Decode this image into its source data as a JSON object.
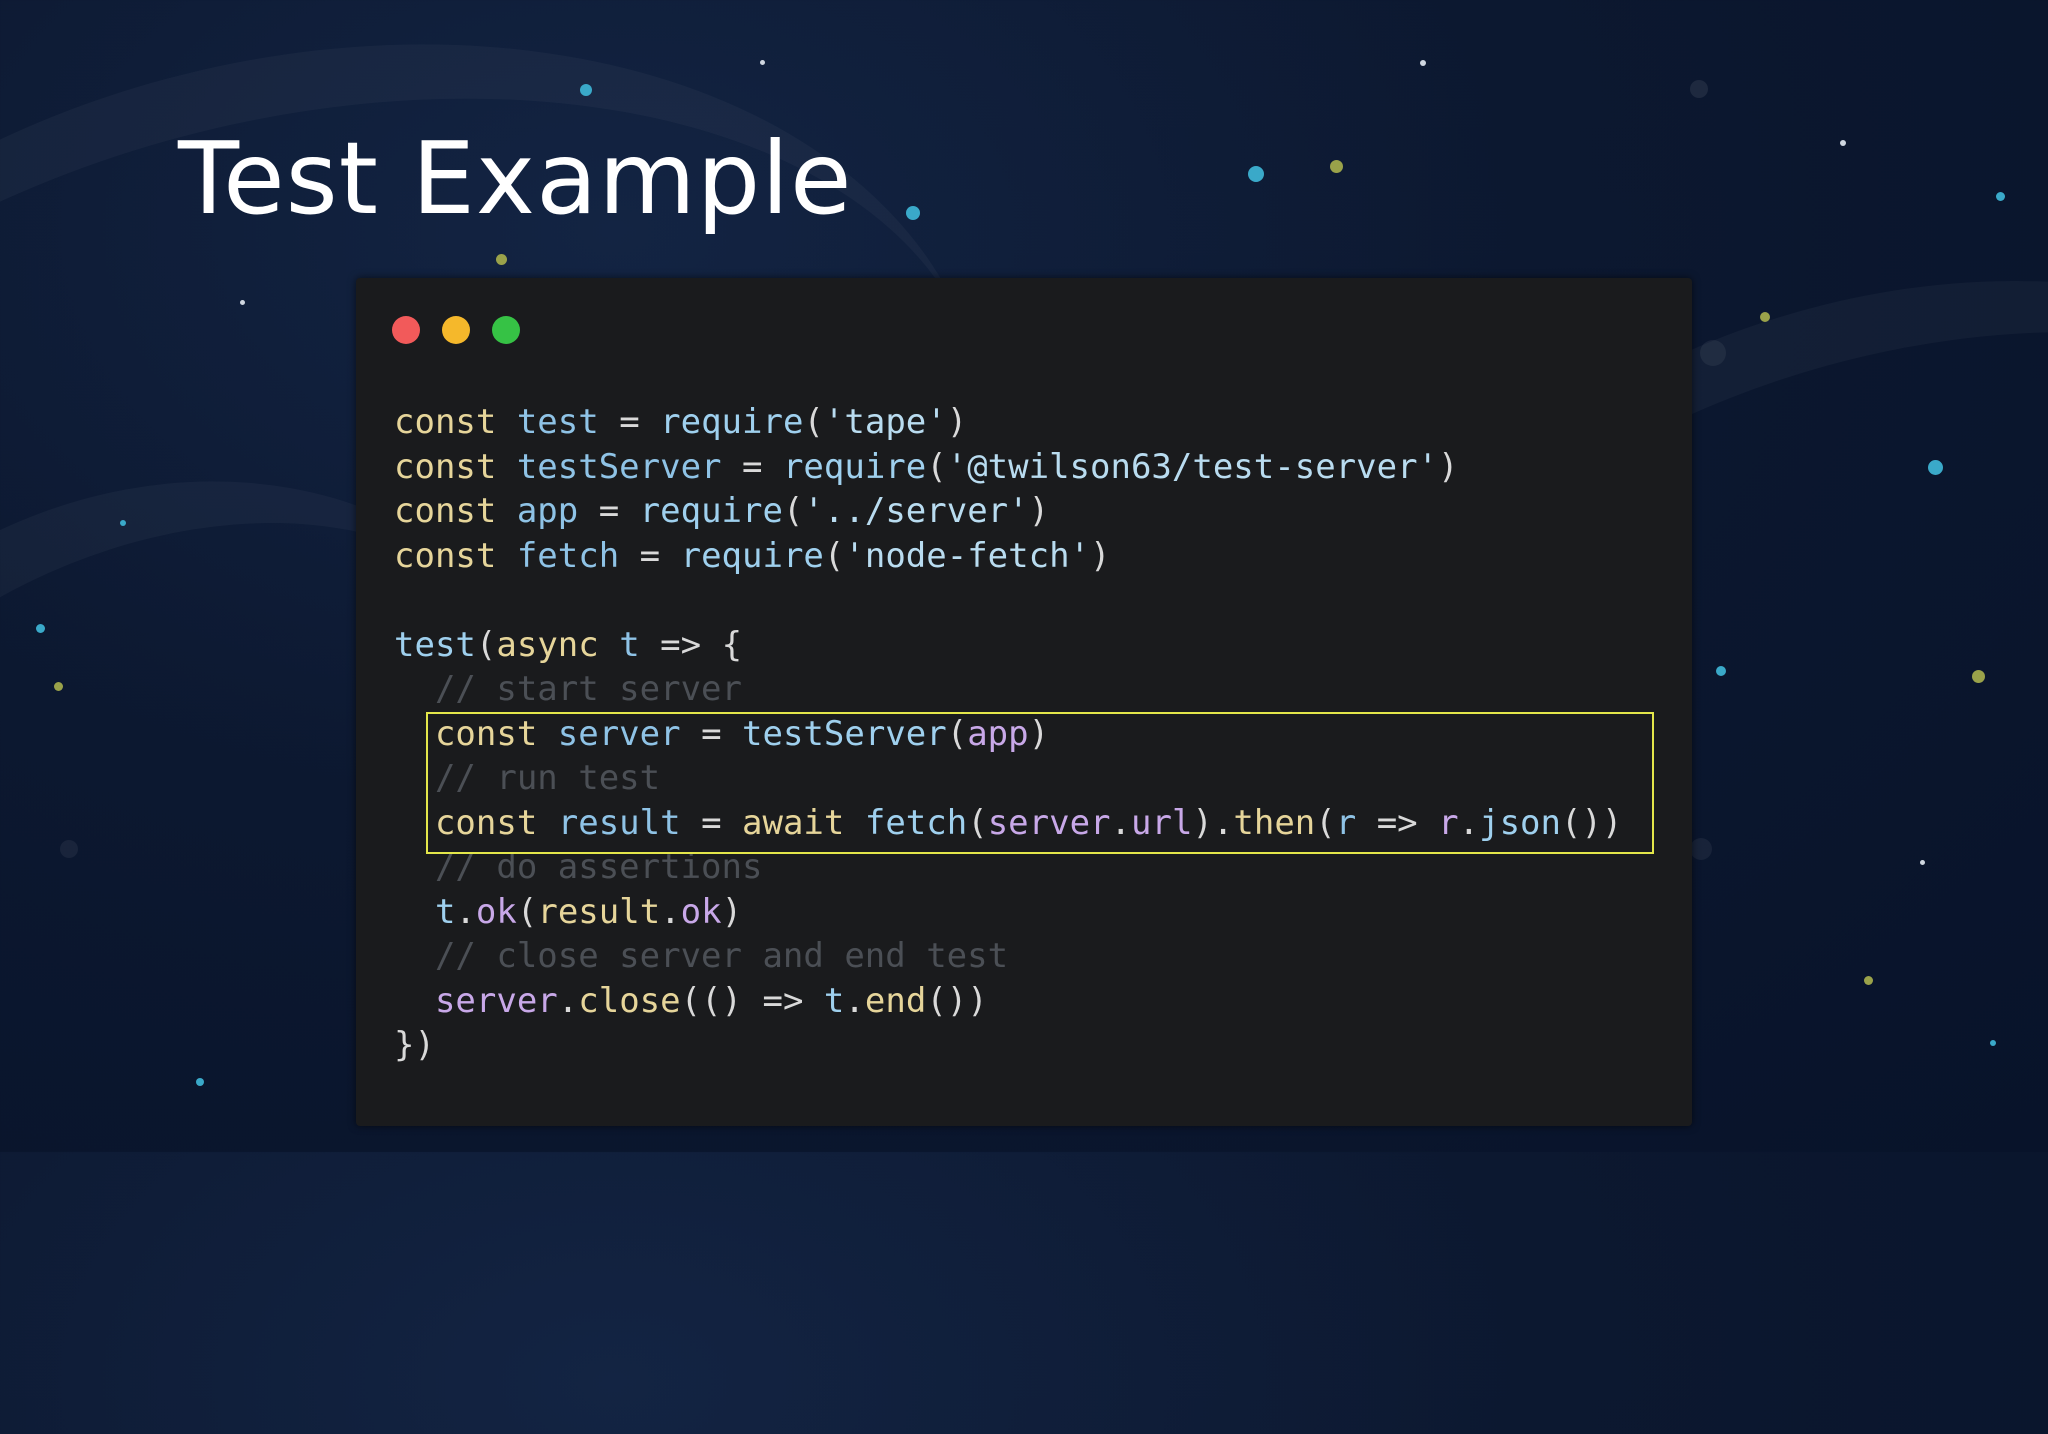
{
  "slide": {
    "title": "Test Example"
  },
  "code_window": {
    "traffic_lights": [
      "#f25a5a",
      "#f5b82b",
      "#36c245"
    ],
    "highlight_color": "#e3e64a",
    "lines": [
      [
        {
          "t": "const",
          "c": "kw"
        },
        {
          "t": " test ",
          "c": "var"
        },
        {
          "t": "=",
          "c": "op"
        },
        {
          "t": " require",
          "c": "fn"
        },
        {
          "t": "(",
          "c": "op"
        },
        {
          "t": "'tape'",
          "c": "str"
        },
        {
          "t": ")",
          "c": "op"
        }
      ],
      [
        {
          "t": "const",
          "c": "kw"
        },
        {
          "t": " testServer ",
          "c": "var"
        },
        {
          "t": "=",
          "c": "op"
        },
        {
          "t": " require",
          "c": "fn"
        },
        {
          "t": "(",
          "c": "op"
        },
        {
          "t": "'@twilson63/test-server'",
          "c": "str"
        },
        {
          "t": ")",
          "c": "op"
        }
      ],
      [
        {
          "t": "const",
          "c": "kw"
        },
        {
          "t": " app ",
          "c": "var"
        },
        {
          "t": "=",
          "c": "op"
        },
        {
          "t": " require",
          "c": "fn"
        },
        {
          "t": "(",
          "c": "op"
        },
        {
          "t": "'../server'",
          "c": "str"
        },
        {
          "t": ")",
          "c": "op"
        }
      ],
      [
        {
          "t": "const",
          "c": "kw"
        },
        {
          "t": " fetch ",
          "c": "var"
        },
        {
          "t": "=",
          "c": "op"
        },
        {
          "t": " require",
          "c": "fn"
        },
        {
          "t": "(",
          "c": "op"
        },
        {
          "t": "'node-fetch'",
          "c": "str"
        },
        {
          "t": ")",
          "c": "op"
        }
      ],
      [],
      [
        {
          "t": "test",
          "c": "fn"
        },
        {
          "t": "(",
          "c": "op"
        },
        {
          "t": "async",
          "c": "kw"
        },
        {
          "t": " t ",
          "c": "var"
        },
        {
          "t": "=>",
          "c": "op"
        },
        {
          "t": " {",
          "c": "op"
        }
      ],
      [
        {
          "t": "  // start server",
          "c": "cm"
        }
      ],
      [
        {
          "t": "  const",
          "c": "kw"
        },
        {
          "t": " server ",
          "c": "var"
        },
        {
          "t": "=",
          "c": "op"
        },
        {
          "t": " testServer",
          "c": "fn"
        },
        {
          "t": "(",
          "c": "op"
        },
        {
          "t": "app",
          "c": "prop"
        },
        {
          "t": ")",
          "c": "op"
        }
      ],
      [
        {
          "t": "  // run test",
          "c": "cm"
        }
      ],
      [
        {
          "t": "  const",
          "c": "kw"
        },
        {
          "t": " result ",
          "c": "var"
        },
        {
          "t": "=",
          "c": "op"
        },
        {
          "t": " await",
          "c": "kw"
        },
        {
          "t": " fetch",
          "c": "fn"
        },
        {
          "t": "(",
          "c": "op"
        },
        {
          "t": "server",
          "c": "prop"
        },
        {
          "t": ".",
          "c": "op"
        },
        {
          "t": "url",
          "c": "prop"
        },
        {
          "t": ").",
          "c": "op"
        },
        {
          "t": "then",
          "c": "kw"
        },
        {
          "t": "(",
          "c": "op"
        },
        {
          "t": "r",
          "c": "var"
        },
        {
          "t": " => ",
          "c": "op"
        },
        {
          "t": "r",
          "c": "prop"
        },
        {
          "t": ".",
          "c": "op"
        },
        {
          "t": "json",
          "c": "fn"
        },
        {
          "t": "())",
          "c": "op"
        }
      ],
      [
        {
          "t": "  // do assertions",
          "c": "cm"
        }
      ],
      [
        {
          "t": "  t",
          "c": "fn"
        },
        {
          "t": ".",
          "c": "op"
        },
        {
          "t": "ok",
          "c": "prop"
        },
        {
          "t": "(",
          "c": "op"
        },
        {
          "t": "result",
          "c": "kw"
        },
        {
          "t": ".",
          "c": "op"
        },
        {
          "t": "ok",
          "c": "prop"
        },
        {
          "t": ")",
          "c": "op"
        }
      ],
      [
        {
          "t": "  // close server and end test",
          "c": "cm"
        }
      ],
      [
        {
          "t": "  server",
          "c": "prop"
        },
        {
          "t": ".",
          "c": "op"
        },
        {
          "t": "close",
          "c": "kw"
        },
        {
          "t": "(() ",
          "c": "op"
        },
        {
          "t": "=>",
          "c": "op"
        },
        {
          "t": " t",
          "c": "fn"
        },
        {
          "t": ".",
          "c": "op"
        },
        {
          "t": "end",
          "c": "kw"
        },
        {
          "t": "())",
          "c": "op"
        }
      ],
      [
        {
          "t": "})",
          "c": "op"
        }
      ]
    ]
  }
}
